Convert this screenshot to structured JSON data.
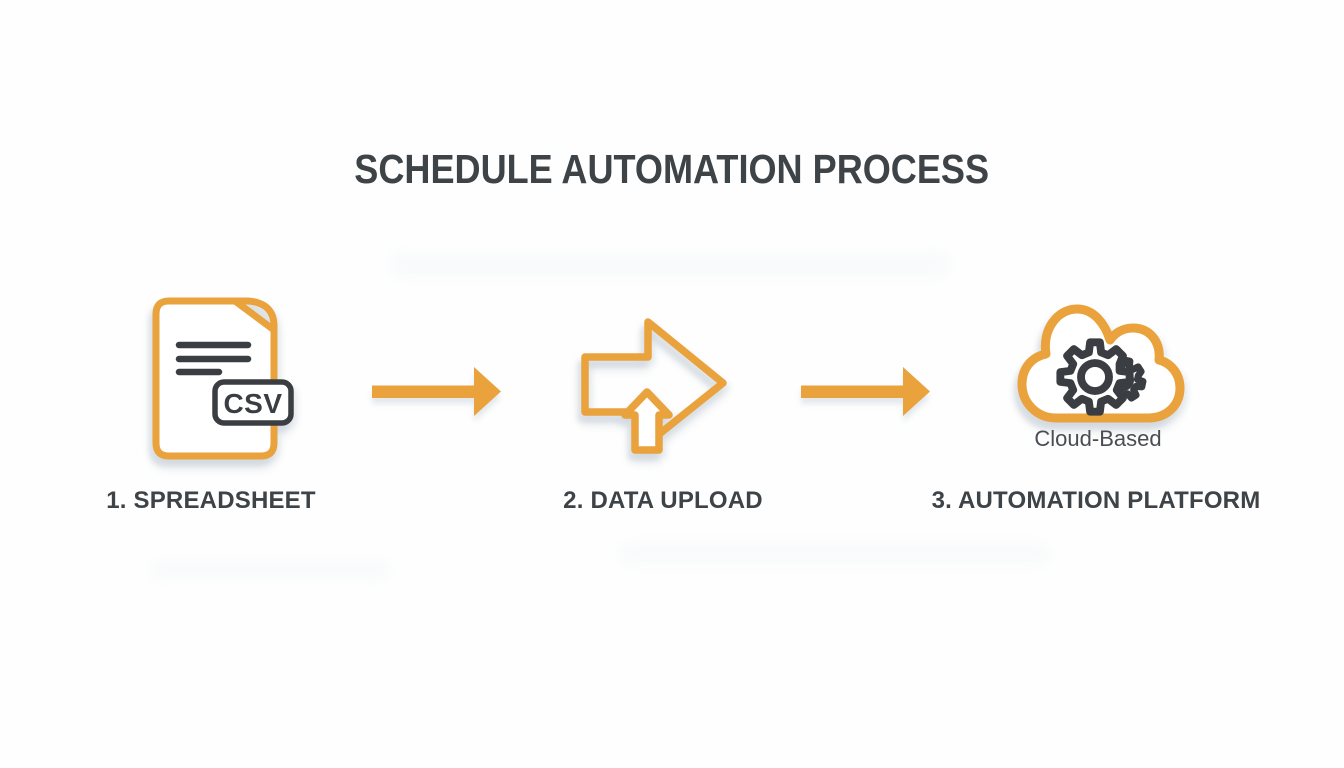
{
  "title": "SCHEDULE AUTOMATION PROCESS",
  "colors": {
    "accent_orange": "#E9A23C",
    "icon_dark": "#3A3E42",
    "title_text": "#3E4347",
    "caption_gray": "#4A4E52",
    "shadow": "rgba(188,198,208,0.5)",
    "background": "#FEFEFE"
  },
  "steps": [
    {
      "label": "1. SPREADSHEET",
      "icon": "csv-document-icon",
      "badge_text": "CSV"
    },
    {
      "label": "2. DATA UPLOAD",
      "icon": "upload-arrow-icon"
    },
    {
      "label": "3. AUTOMATION PLATFORM",
      "icon": "cloud-gear-icon",
      "caption": "Cloud-Based"
    }
  ],
  "connectors": [
    {
      "name": "flow-arrow-1",
      "icon": "right-arrow"
    },
    {
      "name": "flow-arrow-2",
      "icon": "right-arrow"
    }
  ]
}
